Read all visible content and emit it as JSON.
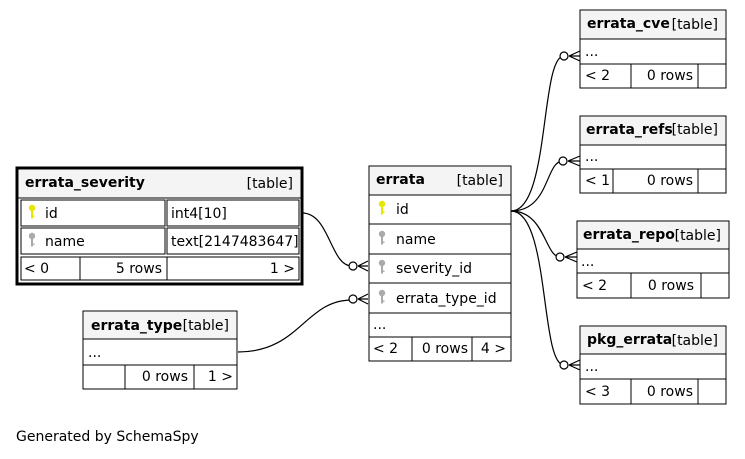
{
  "tables": {
    "errata_severity": {
      "name": "errata_severity",
      "tag": "[table]",
      "columns": [
        {
          "name": "id",
          "type": "int4[10]",
          "key": "primary"
        },
        {
          "name": "name",
          "type": "text[2147483647]",
          "key": "none"
        }
      ],
      "footer": {
        "parents": "< 0",
        "rows": "5 rows",
        "children": "1 >"
      }
    },
    "errata_type": {
      "name": "errata_type",
      "tag": "[table]",
      "ellipsis": "...",
      "footer": {
        "parents": "",
        "rows": "0 rows",
        "children": "1 >"
      }
    },
    "errata": {
      "name": "errata",
      "tag": "[table]",
      "columns": [
        {
          "name": "id",
          "key": "primary"
        },
        {
          "name": "name",
          "key": "none"
        },
        {
          "name": "severity_id",
          "key": "none"
        },
        {
          "name": "errata_type_id",
          "key": "none"
        }
      ],
      "ellipsis": "...",
      "footer": {
        "parents": "< 2",
        "rows": "0 rows",
        "children": "4 >"
      }
    },
    "errata_cve": {
      "name": "errata_cve",
      "tag": "[table]",
      "ellipsis": "...",
      "footer": {
        "parents": "< 2",
        "rows": "0 rows",
        "children": ""
      }
    },
    "errata_refs": {
      "name": "errata_refs",
      "tag": "[table]",
      "ellipsis": "...",
      "footer": {
        "parents": "< 1",
        "rows": "0 rows",
        "children": ""
      }
    },
    "errata_repo": {
      "name": "errata_repo",
      "tag": "[table]",
      "ellipsis": "...",
      "footer": {
        "parents": "< 2",
        "rows": "0 rows",
        "children": ""
      }
    },
    "pkg_errata": {
      "name": "pkg_errata",
      "tag": "[table]",
      "ellipsis": "...",
      "footer": {
        "parents": "< 3",
        "rows": "0 rows",
        "children": ""
      }
    }
  },
  "colors": {
    "header_bg": "#f4f4f4",
    "border": "#000000",
    "primary_key": "#e6e600",
    "other_key": "#aaaaaa",
    "edge": "#000000"
  },
  "icons": {
    "primary_key": "key-icon",
    "column_key": "key-icon"
  },
  "footer_text": "Generated by SchemaSpy"
}
